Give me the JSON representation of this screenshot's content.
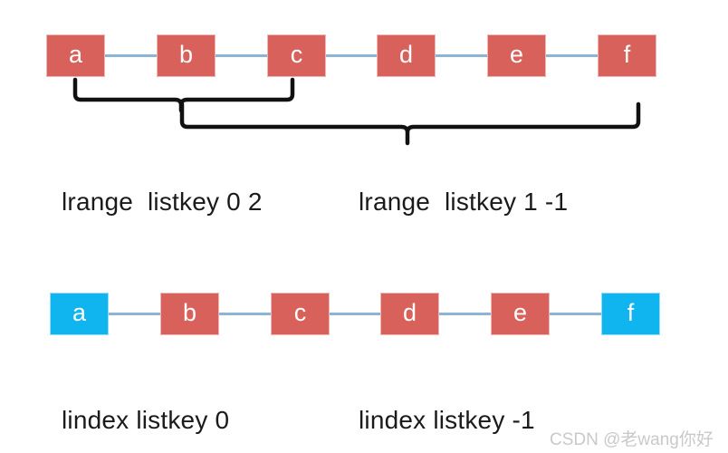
{
  "figure": {
    "background_color": "#ffffff",
    "node_red_color": "#d9615c",
    "node_blue_color": "#10b4ef",
    "connector_color": "#8ab4d8",
    "brace_color": "#111111",
    "caption_color": "#1a1a1a"
  },
  "list_top": {
    "nodes": [
      {
        "label": "a",
        "color": "red"
      },
      {
        "label": "b",
        "color": "red"
      },
      {
        "label": "c",
        "color": "red"
      },
      {
        "label": "d",
        "color": "red"
      },
      {
        "label": "e",
        "color": "red"
      },
      {
        "label": "f",
        "color": "red"
      }
    ]
  },
  "list_bottom": {
    "nodes": [
      {
        "label": "a",
        "color": "blue"
      },
      {
        "label": "b",
        "color": "red"
      },
      {
        "label": "c",
        "color": "red"
      },
      {
        "label": "d",
        "color": "red"
      },
      {
        "label": "e",
        "color": "red"
      },
      {
        "label": "f",
        "color": "blue"
      }
    ]
  },
  "braces": [
    {
      "name": "lrange-0-2-brace",
      "covers": "a..c"
    },
    {
      "name": "lrange-1-neg1-brace",
      "covers": "b..f"
    }
  ],
  "captions": {
    "lrange_left": "lrange  listkey 0 2",
    "lrange_right": "lrange  listkey 1 -1",
    "lindex_left": "lindex listkey 0",
    "lindex_right": "lindex listkey -1"
  },
  "watermark": {
    "text": "CSDN @老wang你好"
  }
}
